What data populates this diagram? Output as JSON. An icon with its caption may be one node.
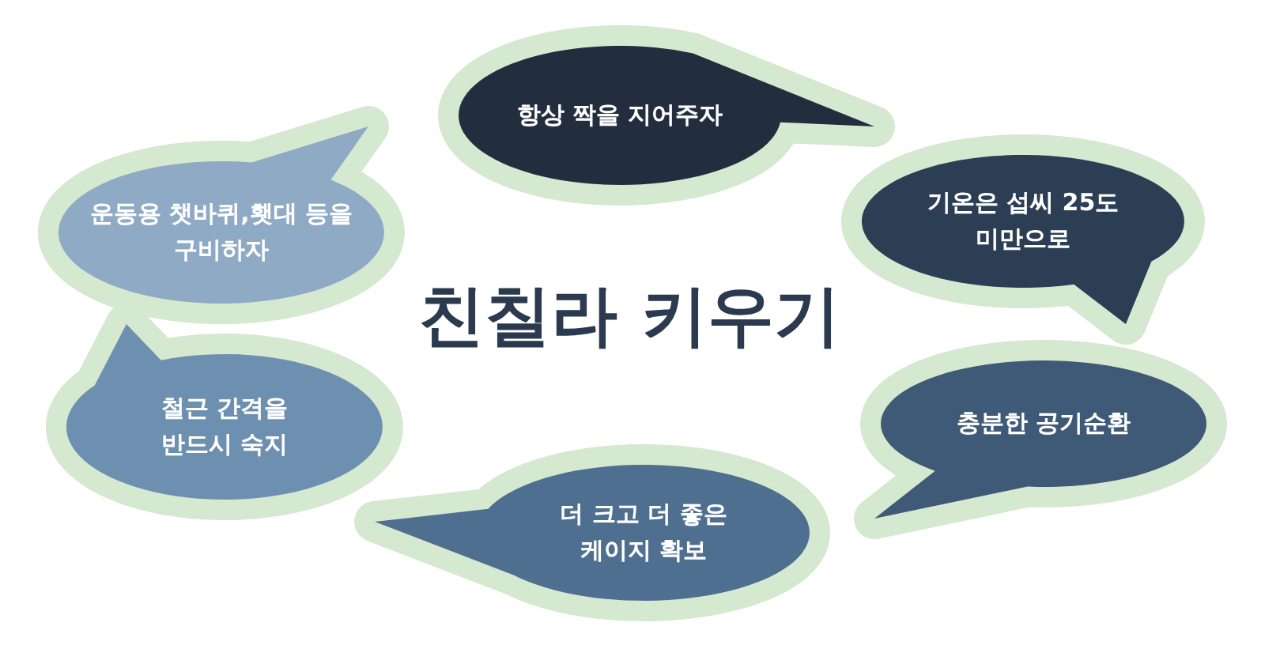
{
  "diagram": {
    "title": "친칠라 키우기",
    "nodes": [
      {
        "text": [
          "항상 짝을 지어주자"
        ]
      },
      {
        "text": [
          "기온은 섭씨 25도 미만으로"
        ]
      },
      {
        "text": [
          "충분한 공기순환"
        ]
      },
      {
        "text": [
          "더 크고 더 좋은 케이지 확보"
        ]
      },
      {
        "text": [
          "철근 간격을 반드시 숙지"
        ]
      },
      {
        "text": [
          "운동용 챗바퀴,횃대 등을 구비하자"
        ]
      }
    ]
  }
}
